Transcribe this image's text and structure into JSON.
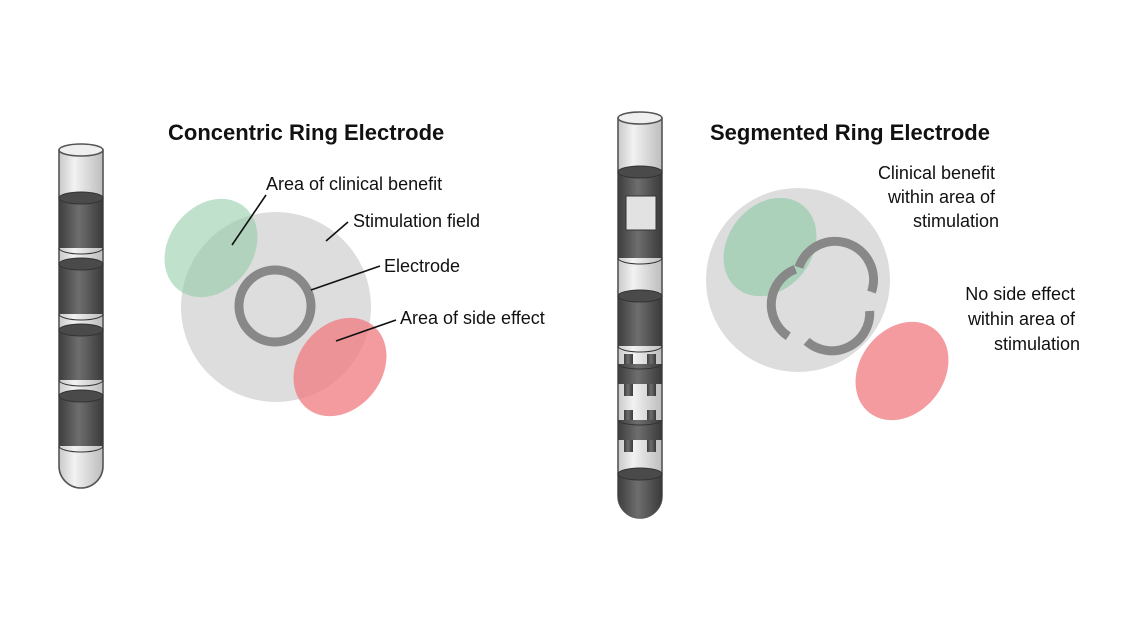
{
  "left_panel": {
    "title": "Concentric Ring Electrode",
    "labels": {
      "clinical_benefit": "Area of clinical benefit",
      "stimulation_field": "Stimulation field",
      "electrode": "Electrode",
      "side_effect": "Area of side effect"
    }
  },
  "right_panel": {
    "title": "Segmented Ring Electrode",
    "clinical_benefit_lines": [
      "Clinical benefit",
      "within area of",
      "stimulation"
    ],
    "no_side_effect_lines": [
      "No side effect",
      "within area of",
      "stimulation"
    ]
  },
  "colors": {
    "stimulation_field": "#d9d9d9",
    "clinical_benefit": "#8ccaa3",
    "side_effect": "#f07a80",
    "electrode": "#888888",
    "contact_dark": "#5a5a5a",
    "lead_body": "#e6e6e6",
    "lead_outline": "#555555"
  }
}
